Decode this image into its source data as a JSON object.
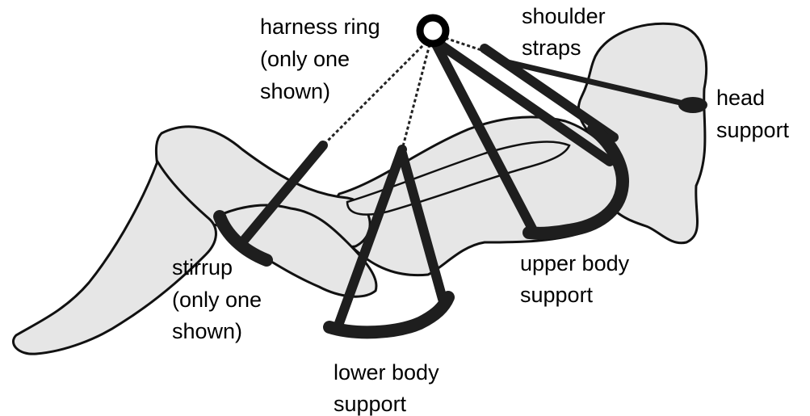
{
  "labels": {
    "harness_ring": [
      "harness ring",
      "(only one",
      "shown)"
    ],
    "shoulder_straps": [
      "shoulder",
      "straps"
    ],
    "head_support": [
      "head",
      "support"
    ],
    "stirrup": [
      "stirrup",
      "(only one",
      "shown)"
    ],
    "upper_body_support": [
      "upper body",
      "support"
    ],
    "lower_body_support": [
      "lower body",
      "support"
    ]
  },
  "colors": {
    "body_fill": "#e6e6e6",
    "outline": "#111111",
    "strap": "#222222"
  }
}
